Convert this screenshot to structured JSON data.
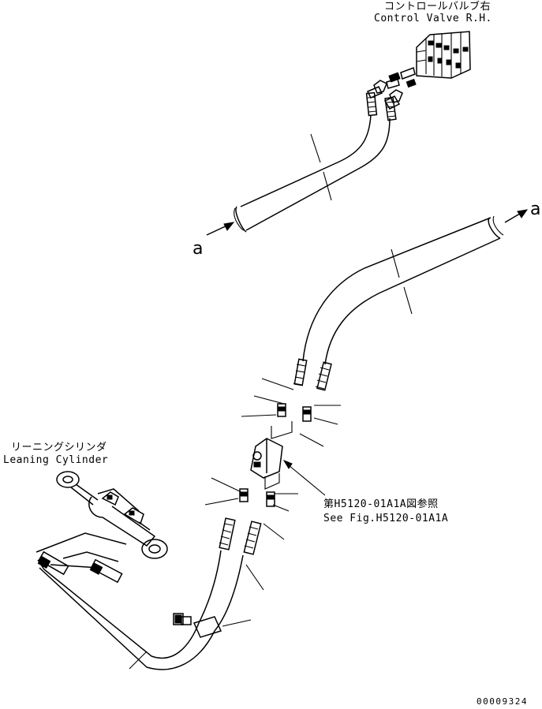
{
  "labels": {
    "control_valve_jp": "コントロールバルブ右",
    "control_valve_en": "Control Valve R.H.",
    "leaning_cyl_jp": "リーニングシリンダ",
    "leaning_cyl_en": "Leaning Cylinder",
    "see_fig_jp": "第H5120-01A1A図参照",
    "see_fig_en": "See Fig.H5120-01A1A",
    "arrow_a_left": "a",
    "arrow_a_right": "a",
    "doc_id": "00009324"
  }
}
